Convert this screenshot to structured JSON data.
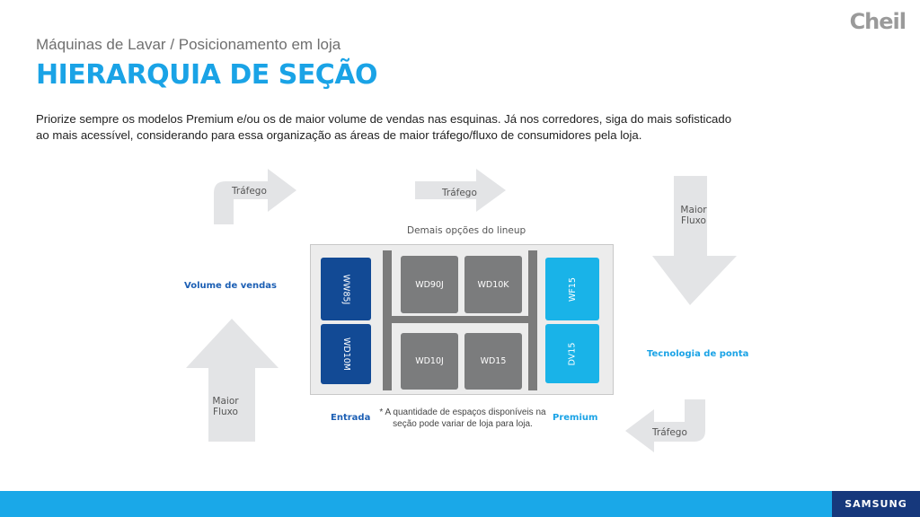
{
  "brand": {
    "logo": "Cheil",
    "footer_logo": "SAMSUNG"
  },
  "header": {
    "subtitle": "Máquinas de Lavar / Posicionamento em loja",
    "title": "HIERARQUIA DE SEÇÃO",
    "description": "Priorize sempre os modelos Premium e/ou os de maior volume de vendas nas esquinas. Já nos corredores, siga do mais sofisticado ao mais acessível, considerando para essa organização as áreas de maior tráfego/fluxo de consumidores pela loja."
  },
  "diagram": {
    "traffic_top_left": "Tráfego",
    "traffic_top_center": "Tráfego",
    "traffic_bottom_right": "Tráfego",
    "flow_right_1": "Maior",
    "flow_right_2": "Fluxo",
    "flow_left_1": "Maior",
    "flow_left_2": "Fluxo",
    "lineup_label": "Demais opções do lineup",
    "sales_volume_label": "Volume de vendas",
    "top_tech_label": "Tecnologia de ponta",
    "entrance_label": "Entrada",
    "premium_label": "Premium",
    "note": "* A quantidade de espaços disponíveis na seção pode variar de loja para loja.",
    "left_models": [
      "WW85J",
      "WD10M"
    ],
    "center_top_models": [
      "WD90J",
      "WD10K"
    ],
    "center_bottom_models": [
      "WD10J",
      "WD15"
    ],
    "right_models": [
      "WF15",
      "DV15"
    ]
  },
  "colors": {
    "accent": "#1aa3e6",
    "navy": "#124a95",
    "cyan": "#19b3e8",
    "grey_box": "#7b7c7d",
    "arrow": "#e3e4e6"
  }
}
